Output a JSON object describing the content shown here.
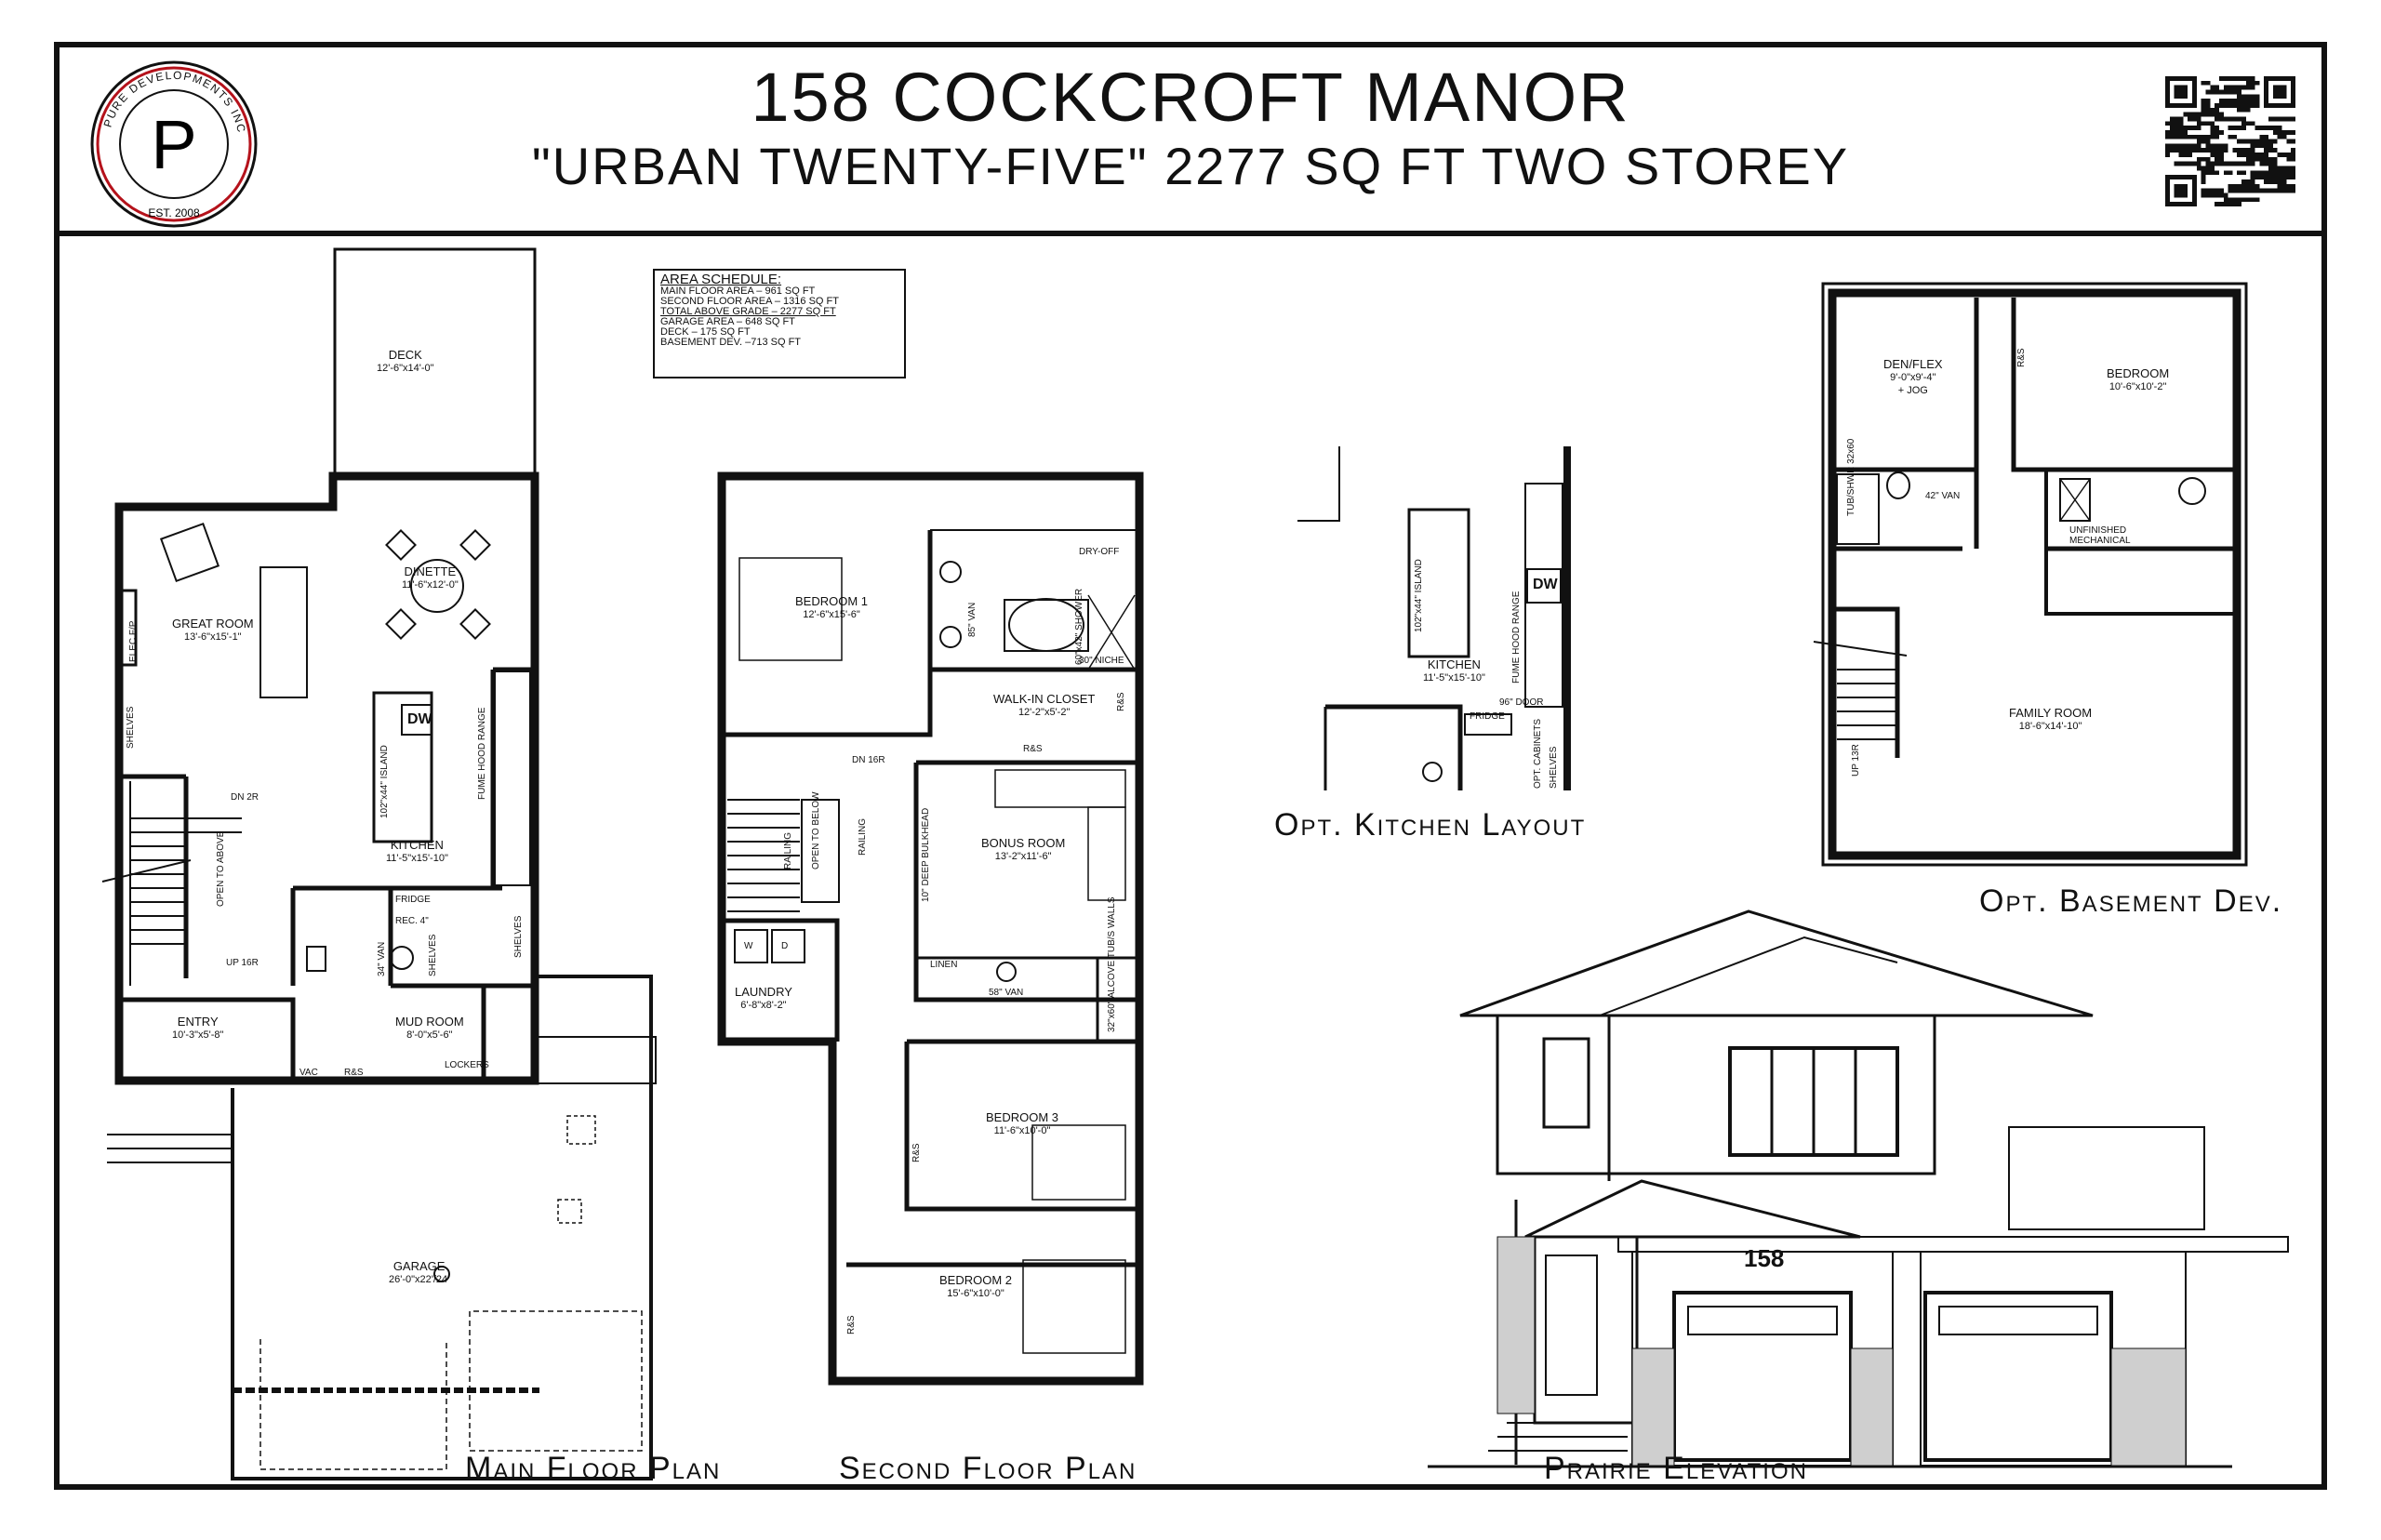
{
  "header": {
    "title": "158 COCKCROFT MANOR",
    "subtitle": "\"URBAN TWENTY-FIVE\"  2277 SQ FT TWO STOREY",
    "logo": {
      "letter": "P",
      "ring_text": "PURE DEVELOPMENTS INC",
      "est": "EST. 2008",
      "icon": "pure-developments-logo"
    },
    "qr_icon": "qr-code-icon"
  },
  "area_schedule": {
    "heading": "AREA SCHEDULE:",
    "rows": [
      "MAIN FLOOR AREA – 961 SQ FT",
      "SECOND FLOOR AREA – 1316 SQ FT",
      "TOTAL ABOVE GRADE – 2277 SQ FT",
      "GARAGE AREA – 648 SQ FT",
      "DECK – 175 SQ FT",
      "BASEMENT DEV. –713 SQ FT"
    ]
  },
  "captions": {
    "main_floor": "Main Floor Plan",
    "second_floor": "Second Floor Plan",
    "kitchen": "Opt. Kitchen Layout",
    "basement": "Opt. Basement Dev.",
    "elevation": "Prairie Elevation"
  },
  "main_floor": {
    "deck": {
      "name": "DECK",
      "dim": "12'-6\"x14'-0\""
    },
    "great_room": {
      "name": "GREAT ROOM",
      "dim": "13'-6\"x15'-1\""
    },
    "dinette": {
      "name": "DINETTE",
      "dim": "11'-6\"x12'-0\""
    },
    "kitchen": {
      "name": "KITCHEN",
      "dim": "11'-5\"x15'-10\""
    },
    "entry": {
      "name": "ENTRY",
      "dim": "10'-3\"x5'-8\""
    },
    "mud_room": {
      "name": "MUD ROOM",
      "dim": "8'-0\"x5'-6\""
    },
    "garage": {
      "name": "GARAGE",
      "dim": "26'-0\"x22'/24'"
    },
    "labels": {
      "elec_fp": "ELEC F/P",
      "shelves": "SHELVES",
      "dw": "DW",
      "island": "102\"x44\" ISLAND",
      "fume_hood": "FUME HOOD RANGE",
      "fridge": "FRIDGE",
      "rec": "REC. 4\"",
      "van": "34\" VAN",
      "shelves2": "SHELVES",
      "shelves3": "SHELVES",
      "open_above": "OPEN TO ABOVE",
      "up": "UP 16R",
      "dn": "DN 2R",
      "vac": "VAC",
      "rs": "R&S",
      "lockers": "LOCKERS"
    }
  },
  "second_floor": {
    "bedroom1": {
      "name": "BEDROOM 1",
      "dim": "12'-6\"x15'-6\""
    },
    "bonus_room": {
      "name": "BONUS ROOM",
      "dim": "13'-2\"x11'-6\""
    },
    "bedroom3": {
      "name": "BEDROOM 3",
      "dim": "11'-6\"x10'-0\""
    },
    "bedroom2": {
      "name": "BEDROOM 2",
      "dim": "15'-6\"x10'-0\""
    },
    "laundry": {
      "name": "LAUNDRY",
      "dim": "6'-8\"x8'-2\""
    },
    "walkin": {
      "name": "WALK-IN CLOSET",
      "dim": "12'-2\"x5'-2\""
    },
    "labels": {
      "dry_off": "DRY-OFF",
      "van85": "85\" VAN",
      "shower": "60\"x42\" SHOWER",
      "niche": "30\" NICHE",
      "rs": "R&S",
      "rs2": "R&S",
      "rs3": "R&S",
      "rs4": "R&S",
      "dn": "DN 16R",
      "railing": "RAILING",
      "railing2": "RAILING",
      "open_below": "OPEN TO BELOW",
      "bulkhead": "10\" DEEP BULKHEAD",
      "linen": "LINEN",
      "van58": "58\" VAN",
      "tub": "32\"x60\" ALCOVE TUB/S WALLS",
      "w": "W",
      "d": "D"
    }
  },
  "kitchen_option": {
    "dw": "DW",
    "island": "102\"x44\" ISLAND",
    "name": "KITCHEN",
    "dim": "11'-5\"x15'-10\"",
    "fume_hood": "FUME HOOD RANGE",
    "door": "96\" DOOR",
    "fridge": "FRIDGE",
    "opt_cabinets": "OPT. CABINETS",
    "shelves": "SHELVES"
  },
  "basement": {
    "den": {
      "name": "DEN/FLEX",
      "dim": "9'-0\"x9'-4\"",
      "note": "+ JOG"
    },
    "bedroom": {
      "name": "BEDROOM",
      "dim": "10'-6\"x10'-2\""
    },
    "family_room": {
      "name": "FAMILY ROOM",
      "dim": "18'-6\"x14'-10\""
    },
    "labels": {
      "rs": "R&S",
      "tub": "TUB/SHWR 32x60",
      "van": "42\" VAN",
      "mech": "UNFINISHED MECHANICAL",
      "up": "UP 13R"
    }
  },
  "elevation": {
    "house_number": "158"
  },
  "colors": {
    "ink": "#111111",
    "logo_ring": "#b5121b",
    "stone": "#cfcfcf"
  }
}
